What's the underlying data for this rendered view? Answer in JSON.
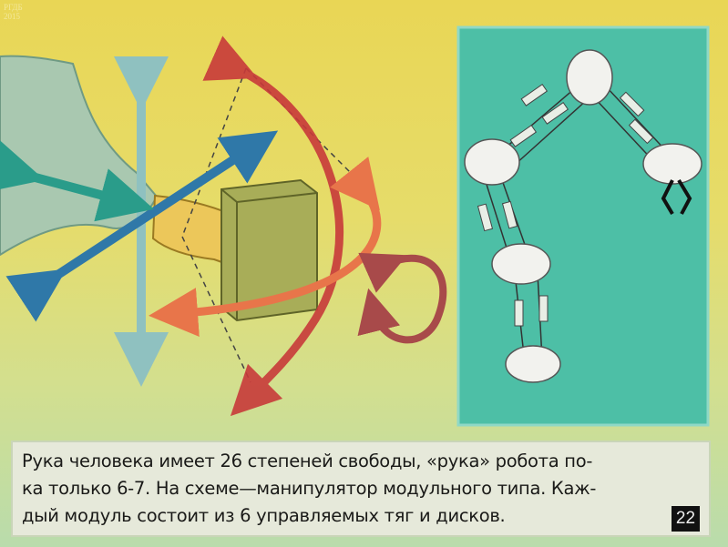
{
  "watermark": {
    "line1": "РГДБ",
    "line2": "2015"
  },
  "caption": {
    "line1": "Рука человека имеет 26 степеней свободы, «рука» робота по-",
    "line2": "ка только 6-7. На схеме—манипулятор модульного типа. Каж-",
    "line3": "дый модуль состоит из 6 управляемых тяг и дисков."
  },
  "frame_number": "22",
  "colors": {
    "panel": "#4dbfa6",
    "arrow_red": "#c83a3a",
    "arrow_blue": "#2f78a8",
    "arrow_teal": "#2a9c8a"
  }
}
